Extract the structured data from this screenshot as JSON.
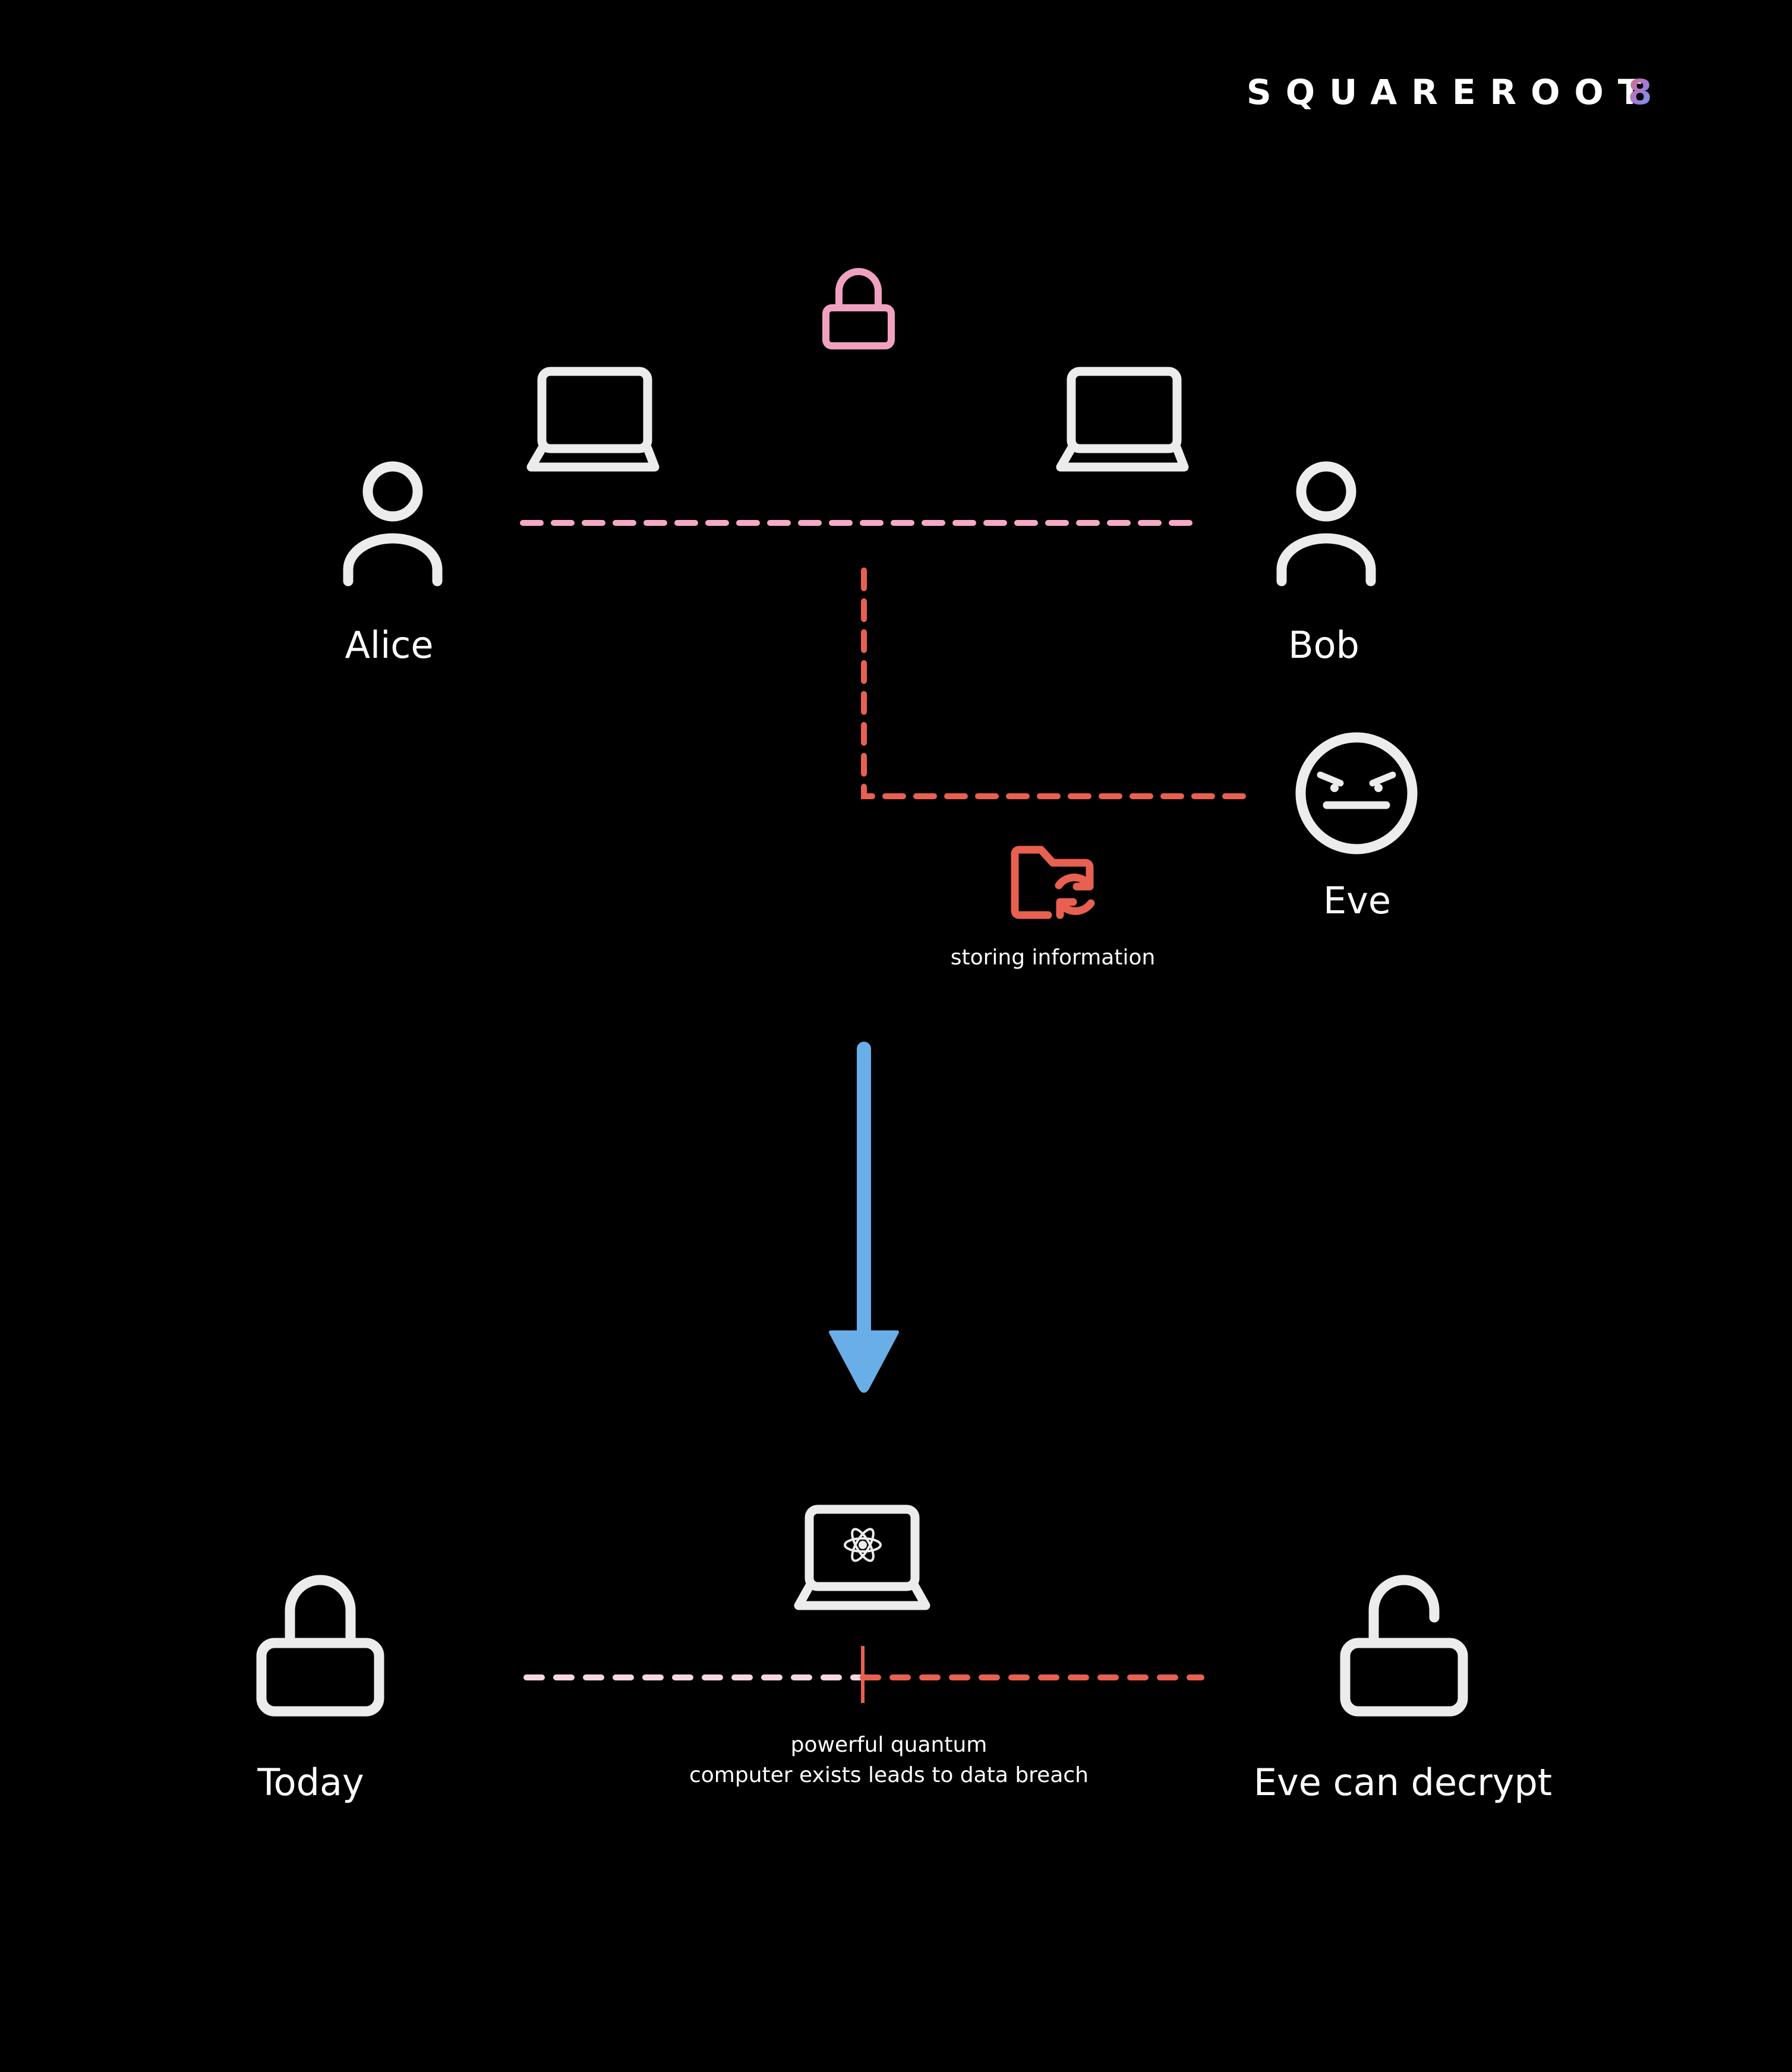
{
  "brand": {
    "name": "SQUAREROOT",
    "suffix": "8",
    "text_color": "#ffffff",
    "suffix_gradient": [
      "#e76f60",
      "#a678d8",
      "#5fa8ea"
    ]
  },
  "diagram": {
    "people": {
      "alice": "Alice",
      "bob": "Bob",
      "eve": "Eve"
    },
    "captions": {
      "storing": "storing information",
      "quantum_line1": "powerful quantum",
      "quantum_line2": "computer exists leads to data breach",
      "today": "Today",
      "eve_decrypt": "Eve can decrypt"
    },
    "icons": {
      "lock_top": "padlock-icon",
      "laptop_alice": "laptop-icon",
      "laptop_bob": "laptop-icon",
      "person_alice": "person-icon",
      "person_bob": "person-icon",
      "eve_face": "angry-face-icon",
      "storage_folder": "folder-sync-icon",
      "time_arrow": "arrow-down-icon",
      "quantum_laptop": "quantum-laptop-icon",
      "lock_closed": "padlock-icon",
      "lock_open": "unlocked-padlock-icon"
    }
  },
  "colors": {
    "background": "#000000",
    "icon_light": "#ececec",
    "secure_pink": "#f4a9c6",
    "lock_pink": "#f1a1c0",
    "threat_red": "#e8604f",
    "arrow_blue": "#6aaee8",
    "timeline_light": "#f6d6e2"
  }
}
